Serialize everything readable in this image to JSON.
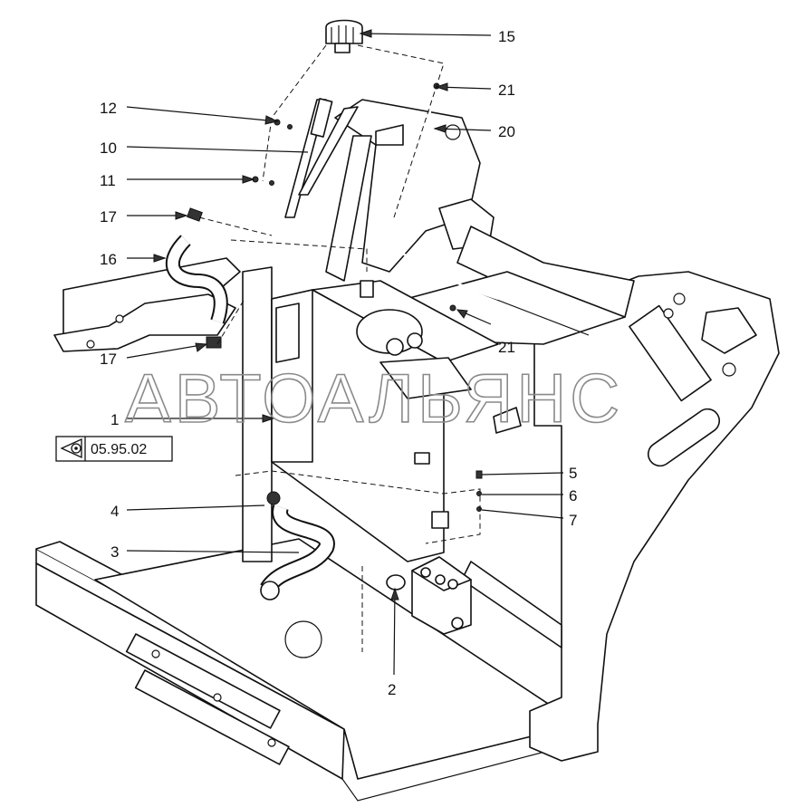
{
  "watermark": "АВТОАЛЬЯНС",
  "reference": {
    "code": "05.95.02",
    "icon": "view-reference-icon"
  },
  "callouts": [
    "15",
    "21",
    "12",
    "20",
    "10",
    "11",
    "17",
    "16",
    "17",
    "21",
    "1",
    "5",
    "6",
    "4",
    "7",
    "3",
    "2"
  ]
}
